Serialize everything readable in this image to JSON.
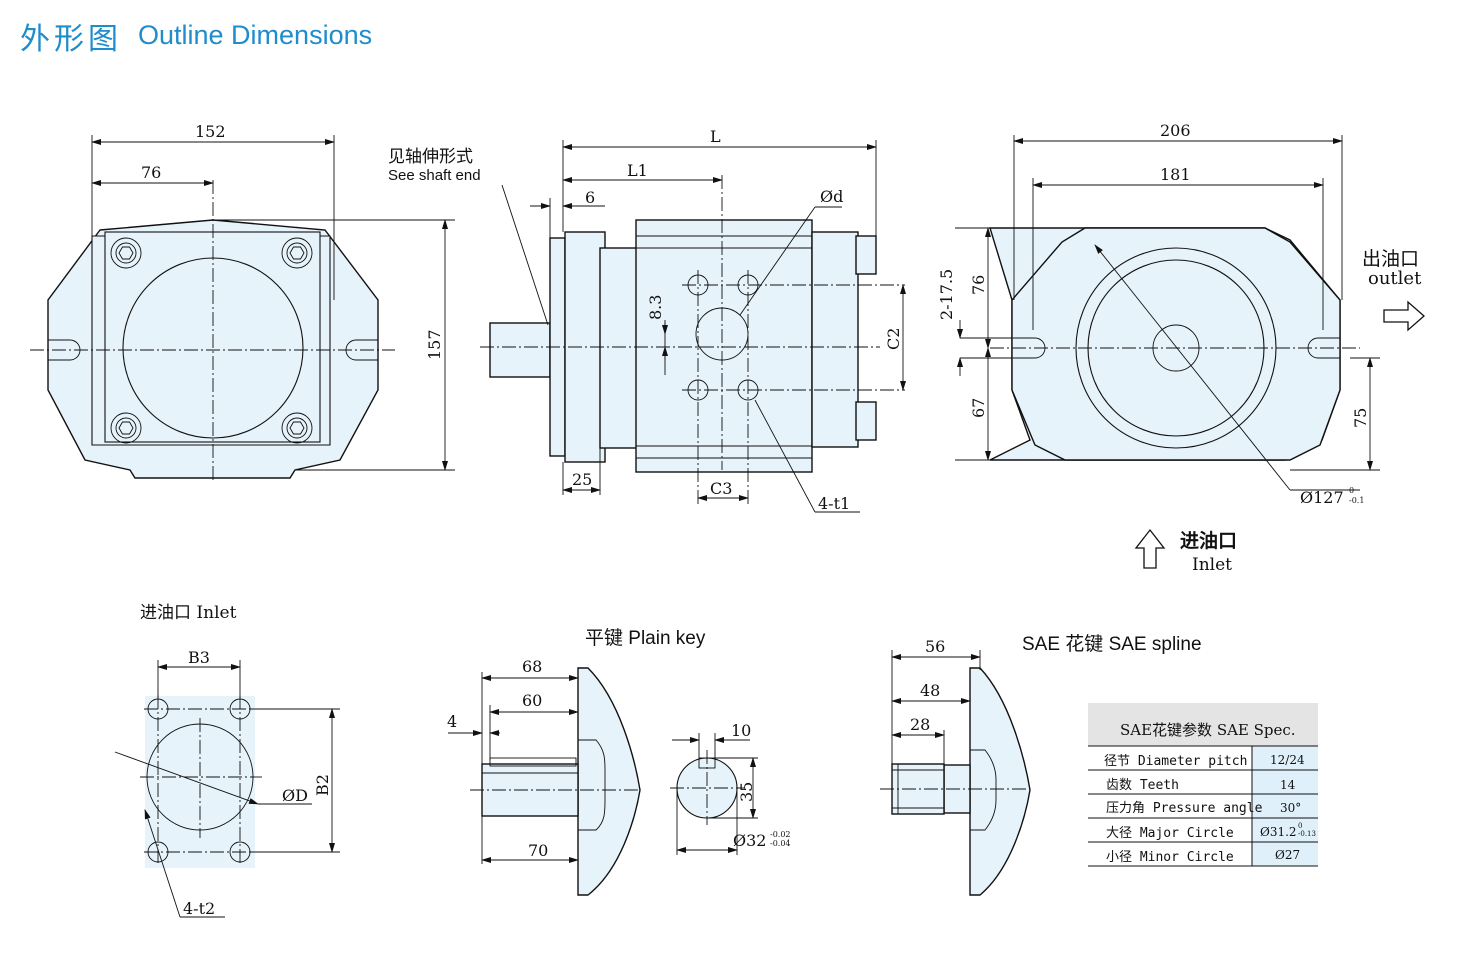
{
  "header": {
    "title_cn": "外形图",
    "title_en": "Outline Dimensions"
  },
  "front_view": {
    "dim_width": "152",
    "dim_half": "76",
    "dim_height": "157"
  },
  "side_view": {
    "dim_L": "L",
    "dim_L1": "L1",
    "dim_6": "6",
    "dim_d": "Ød",
    "dim_83": "8.3",
    "dim_C2": "C2",
    "dim_C3": "C3",
    "dim_25": "25",
    "label_4t1": "4-t1",
    "shaft_note_cn": "见轴伸形式",
    "shaft_note_en": "See shaft end"
  },
  "rear_view": {
    "dim_206": "206",
    "dim_181": "181",
    "dim_2175": "2-17.5",
    "dim_76": "76",
    "dim_67": "67",
    "dim_75": "75",
    "dim_127": "Ø127",
    "tol_127_up": "0",
    "tol_127_low": "-0.1",
    "outlet_cn": "出油口",
    "outlet_en": "outlet",
    "inlet_cn": "进油口",
    "inlet_en": "Inlet"
  },
  "inlet_flange": {
    "label": "进油口 Inlet",
    "dim_B3": "B3",
    "dim_B2": "B2",
    "dim_D": "ØD",
    "label_4t2": "4-t2"
  },
  "plain_key": {
    "title": "平键 Plain key",
    "dim_68": "68",
    "dim_60": "60",
    "dim_4": "4",
    "dim_70": "70",
    "dim_10": "10",
    "dim_35": "35",
    "dim_32": "Ø32",
    "tol_32_up": "-0.02",
    "tol_32_low": "-0.04"
  },
  "sae_spline": {
    "title": "SAE 花键  SAE spline",
    "dim_56": "56",
    "dim_48": "48",
    "dim_28": "28"
  },
  "spec_table": {
    "header": "SAE花键参数 SAE Spec.",
    "rows": [
      {
        "label": "径节 Diameter pitch",
        "value": "12/24"
      },
      {
        "label": "齿数 Teeth",
        "value": "14"
      },
      {
        "label": "压力角 Pressure angle",
        "value": "30°"
      },
      {
        "label": "大径 Major Circle",
        "value": "Ø31.2",
        "tol_up": "0",
        "tol_low": "-0.13"
      },
      {
        "label": "小径 Minor Circle",
        "value": "Ø27"
      }
    ]
  },
  "colors": {
    "accent": "#1f8ccb",
    "fill": "#e6f3fa",
    "table_cell": "#dff0fa"
  }
}
